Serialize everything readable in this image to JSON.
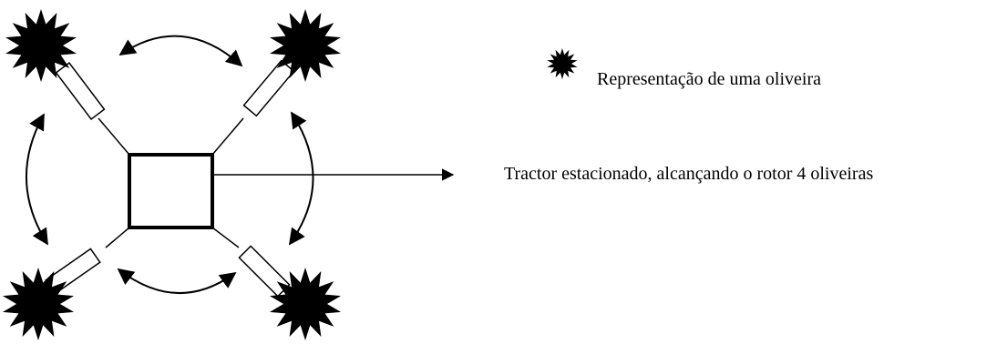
{
  "legend": {
    "label": "Representação de uma oliveira",
    "icon": "olive-tree-starburst"
  },
  "annotation": {
    "label": "Tractor estacionado, alcançando o rotor 4 oliveiras"
  },
  "colors": {
    "stroke": "#000000",
    "fill_tree": "#000000",
    "fill_arm": "#ffffff",
    "background": "#ffffff"
  }
}
